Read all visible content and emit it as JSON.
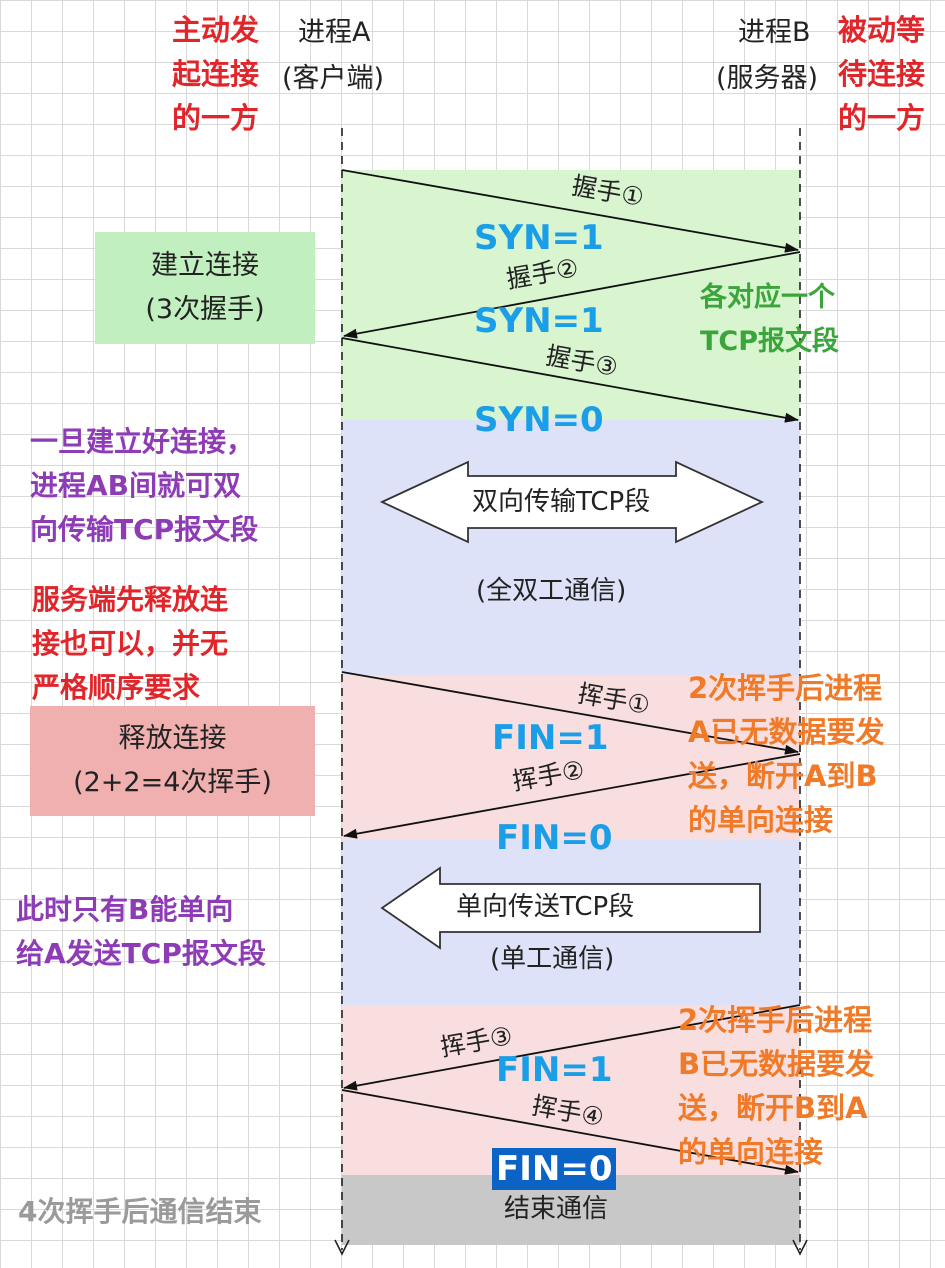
{
  "process_a": {
    "title": "进程A",
    "subtitle": "(客户端)"
  },
  "process_b": {
    "title": "进程B",
    "subtitle": "(服务器)"
  },
  "active_party": "主动发\n起连接\n的一方",
  "passive_party": "被动等\n待连接\n的一方",
  "establish": {
    "box_title": "建立连接",
    "box_sub": "(3次握手)",
    "handshake1": "握手①",
    "handshake2": "握手②",
    "handshake3": "握手③",
    "syn1": "SYN=1",
    "syn2": "SYN=1",
    "syn3": "SYN=0",
    "note": "各对应一个\nTCP报文段"
  },
  "full_duplex": {
    "note": "一旦建立好连接，\n进程AB间就可双\n向传输TCP报文段",
    "arrow_label": "双向传输TCP段",
    "caption": "(全双工通信)"
  },
  "release": {
    "note": "服务端先释放连\n接也可以，并无\n严格顺序要求",
    "box_title": "释放连接",
    "box_sub": "(2+2=4次挥手)",
    "wave1": "挥手①",
    "wave2": "挥手②",
    "wave3": "挥手③",
    "wave4": "挥手④",
    "fin1": "FIN=1",
    "fin2": "FIN=0",
    "fin3": "FIN=1",
    "fin4": "FIN=0",
    "note_a": "2次挥手后进程\nA已无数据要发\n送，断开A到B\n的单向连接",
    "note_b": "2次挥手后进程\nB已无数据要发\n送，断开B到A\n的单向连接"
  },
  "half_duplex": {
    "note": "此时只有B能单向\n给A发送TCP报文段",
    "arrow_label": "单向传送TCP段",
    "caption": "(单工通信)"
  },
  "end": {
    "note": "4次挥手后通信结束",
    "label": "结束通信"
  },
  "colors": {
    "green_band": "#d9f5d0",
    "blue_band": "#dde2f8",
    "red_band": "#f8dede",
    "gray_band": "#c8c8c8",
    "establish_box": "#c2efbf",
    "release_box": "#f0b0b0",
    "fin_highlight": "#0b63c6"
  }
}
